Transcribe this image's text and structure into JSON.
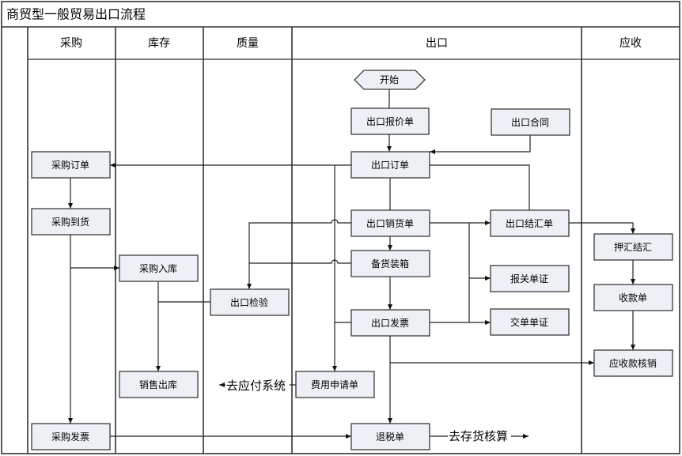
{
  "title": "商贸型一般贸易出口流程",
  "lanes": [
    "采购",
    "库存",
    "质量",
    "出口",
    "应收"
  ],
  "nodes": {
    "start": "开始",
    "export_quote": "出口报价单",
    "export_contract": "出口合同",
    "export_order": "出口订单",
    "purchase_order": "采购订单",
    "export_sales": "出口销货单",
    "export_settlement": "出口结汇单",
    "purchase_arrival": "采购到货",
    "negotiation": "押汇结汇",
    "purchase_instock": "采购入库",
    "packing": "备货装箱",
    "customs_docs": "报关单证",
    "export_inspection": "出口检验",
    "receipt": "收款单",
    "export_invoice": "出口发票",
    "delivery_docs": "交单单证",
    "ar_writeoff": "应收款核销",
    "sales_outstock": "销售出库",
    "expense_request": "费用申请单",
    "purchase_invoice": "采购发票",
    "tax_refund": "退税单"
  },
  "notes": {
    "to_ap": "去应付系统",
    "to_inventory": "去存货核算"
  },
  "colors": {
    "box_fill": "#edf0f5",
    "line": "#222222"
  }
}
